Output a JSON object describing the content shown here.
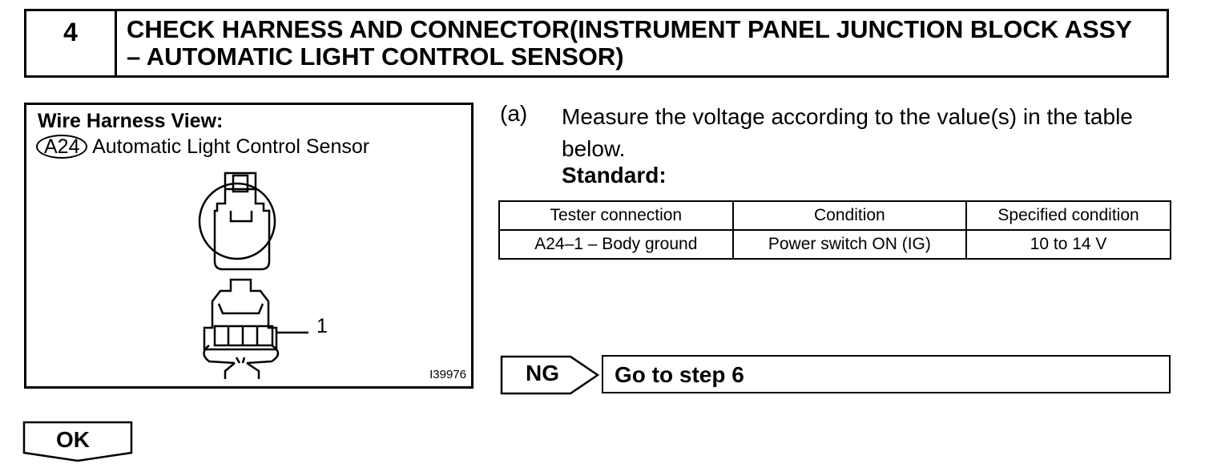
{
  "step": {
    "number": "4",
    "title": "CHECK HARNESS AND CONNECTOR(INSTRUMENT PANEL JUNCTION BLOCK ASSY – AUTOMATIC LIGHT CONTROL SENSOR)"
  },
  "figure": {
    "title": "Wire Harness View:",
    "connector_code": "A24",
    "connector_name": "Automatic Light Control Sensor",
    "pin_label": "1",
    "figure_id": "I39976"
  },
  "instruction": {
    "tag": "(a)",
    "text": "Measure the voltage according to the value(s) in the table below.",
    "standard_label": "Standard:"
  },
  "spec_table": {
    "headers": [
      "Tester connection",
      "Condition",
      "Specified condition"
    ],
    "rows": [
      [
        "A24–1 – Body ground",
        "Power switch ON (IG)",
        "10 to 14 V"
      ]
    ]
  },
  "ng": {
    "label": "NG",
    "action": "Go to step 6"
  },
  "ok": {
    "label": "OK"
  }
}
